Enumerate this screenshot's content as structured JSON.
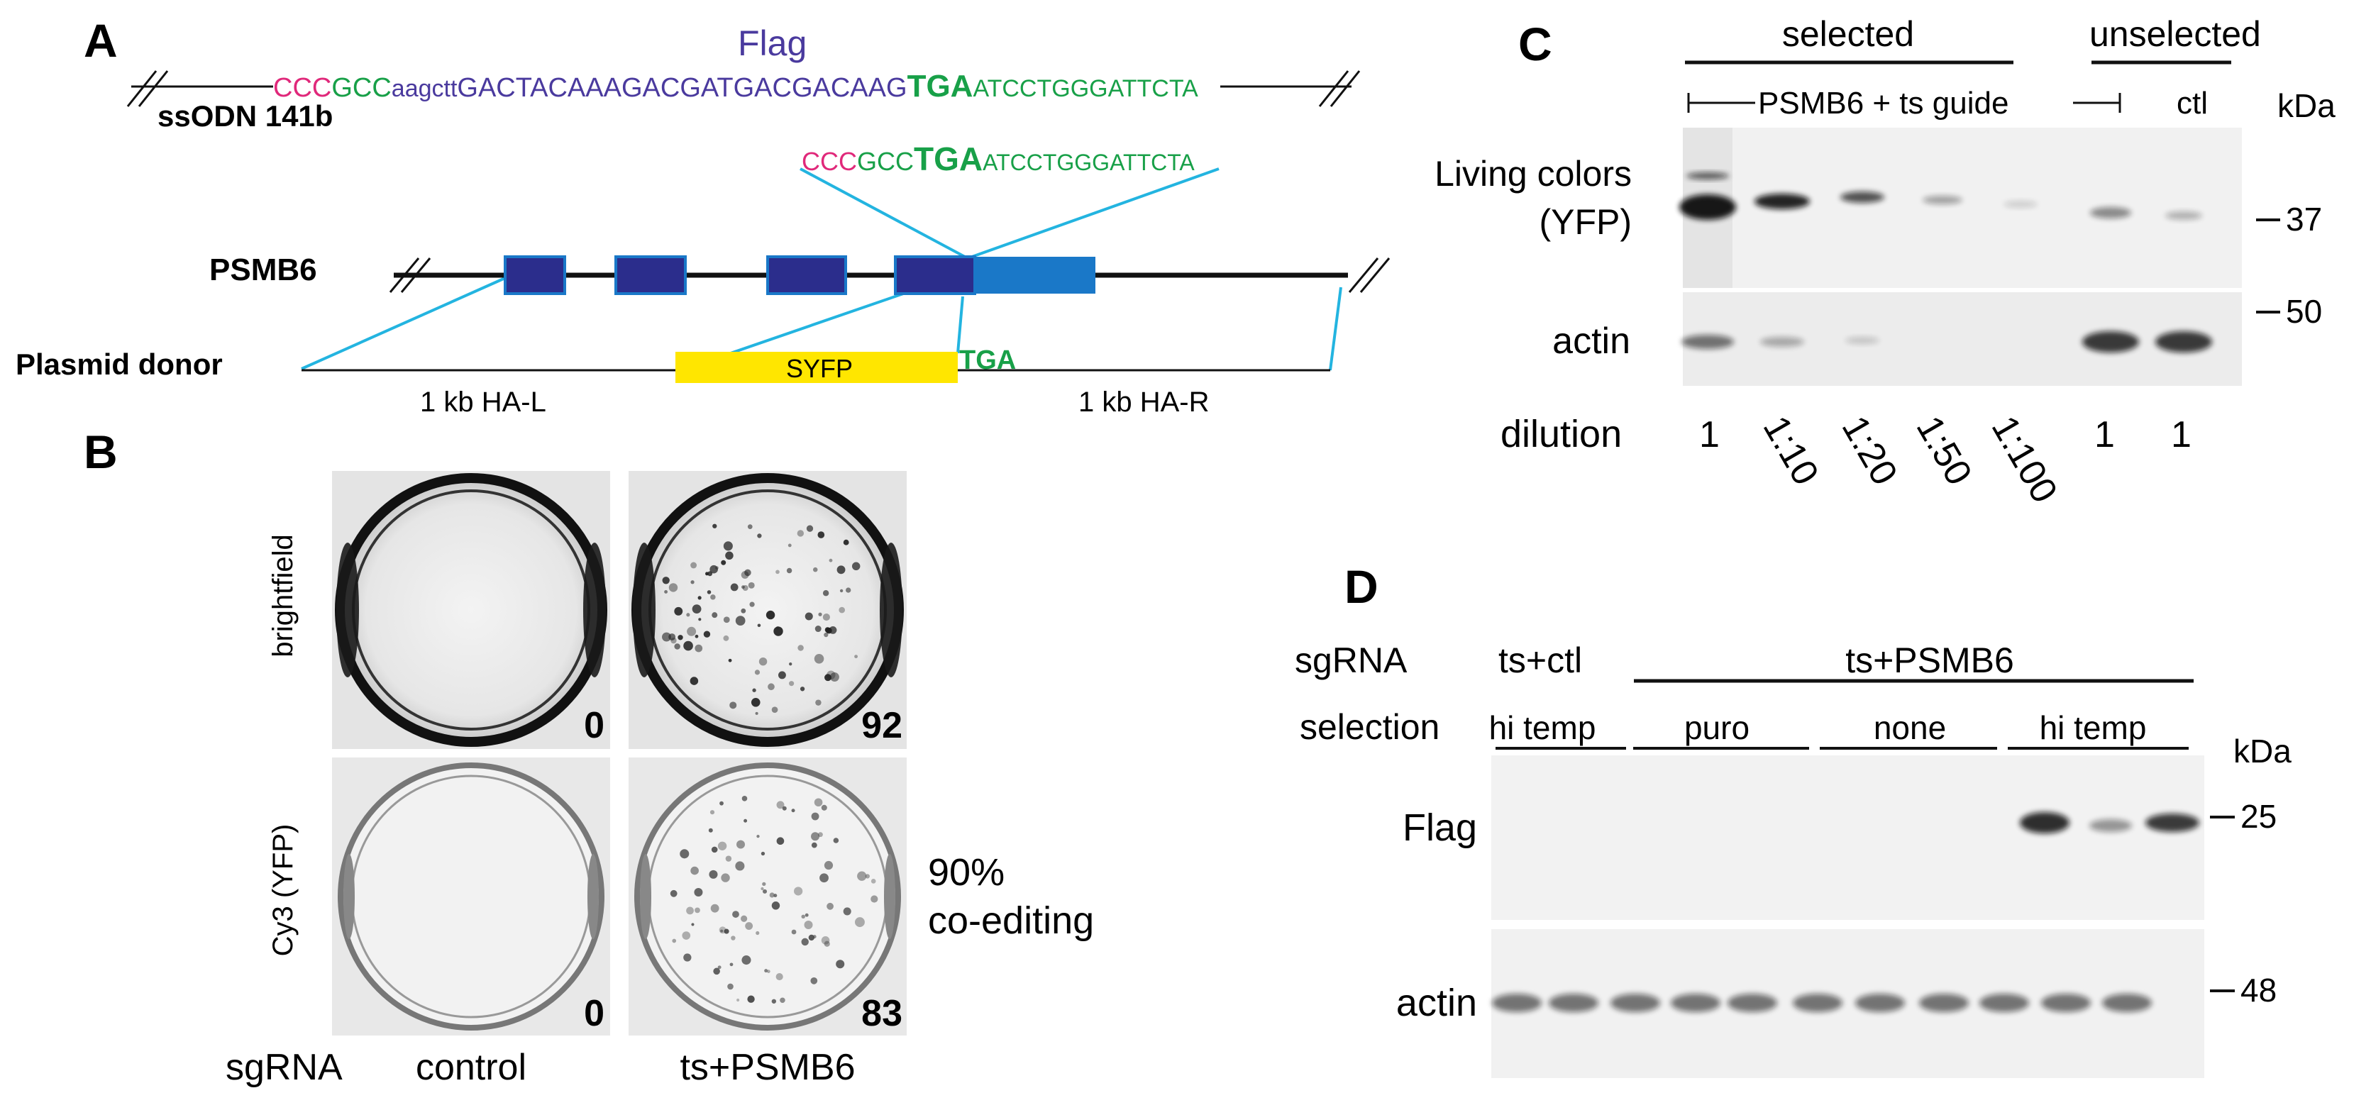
{
  "panels": {
    "a": {
      "letter": "A",
      "flag_label": "Flag",
      "ssodn_label": "ssODN 141b",
      "seq_pam": "CCC",
      "seq_gcc": "GCC",
      "seq_linker": "aagctt",
      "seq_flag": "GACTACAAAGACGATGACGACAAG",
      "seq_tga": "TGA",
      "seq_tail": "ATCCTGGGATTCTA",
      "zoom_pam": "CCC",
      "zoom_gcc": "GCC",
      "zoom_tga": "TGA",
      "zoom_tail": "ATCCTGGGATTCTA",
      "gene_label": "PSMB6",
      "donor_label": "Plasmid donor",
      "syfp_label": "SYFP",
      "donor_tga": "TGA",
      "ha_left": "1 kb HA-L",
      "ha_right": "1 kb HA-R"
    },
    "b": {
      "letter": "B",
      "row_labels": [
        "brightfield",
        "Cy3 (YFP)"
      ],
      "counts": [
        "0",
        "92",
        "0",
        "83"
      ],
      "coediting_pct": "90%",
      "coediting_text": "co-editing",
      "sgrna_label": "sgRNA",
      "col_labels": [
        "control",
        "ts+PSMB6"
      ]
    },
    "c": {
      "letter": "C",
      "selected": "selected",
      "unselected": "unselected",
      "guide_label": "PSMB6 + ts guide",
      "ctl_label": "ctl",
      "kda": "kDa",
      "row_label_1a": "Living colors",
      "row_label_1b": "(YFP)",
      "row_label_2": "actin",
      "mw_marks": [
        "37",
        "50"
      ],
      "dilution_label": "dilution",
      "dilutions": [
        "1",
        "1:10",
        "1:20",
        "1:50",
        "1:100",
        "1",
        "1"
      ]
    },
    "d": {
      "letter": "D",
      "sgrna_label": "sgRNA",
      "sgrna_ctl": "ts+ctl",
      "sgrna_psmb6": "ts+PSMB6",
      "selection_label": "selection",
      "selection_groups": [
        "hi temp",
        "puro",
        "none",
        "hi temp"
      ],
      "row_label_1": "Flag",
      "row_label_2": "actin",
      "kda": "kDa",
      "mw_marks": [
        "25",
        "48"
      ]
    }
  },
  "colors": {
    "pam_pink": "#e0287a",
    "green": "#18a048",
    "flag_purple": "#4a3a9e",
    "exon_navy": "#2b2d8c",
    "exon_blue": "#1a78c8",
    "cyan_line": "#23b4e0",
    "syfp_yellow": "#ffe600"
  }
}
